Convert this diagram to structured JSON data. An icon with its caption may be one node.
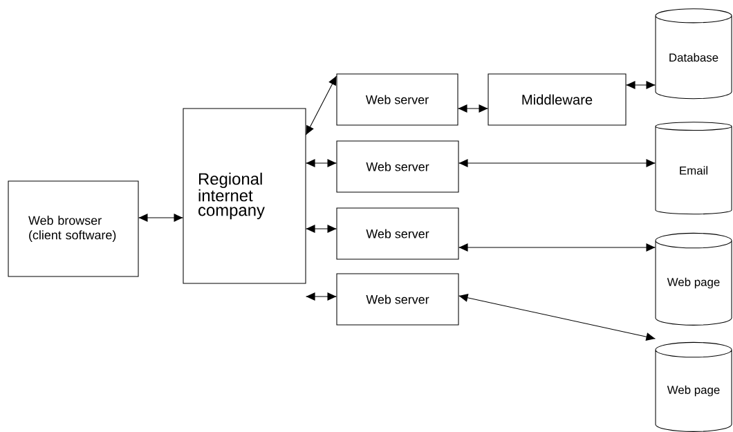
{
  "diagram": {
    "nodes": [
      {
        "text": [
          "Web browser (client software)"
        ]
      },
      {
        "text": [
          "Regional internet company"
        ]
      },
      {
        "text": [
          "Web server"
        ]
      },
      {
        "text": [
          "Middleware"
        ]
      },
      {
        "text": [
          "Database"
        ]
      },
      {
        "text": [
          "Web server"
        ]
      },
      {
        "text": [
          "Email"
        ]
      },
      {
        "text": [
          "Web server"
        ]
      },
      {
        "text": [
          "Web page"
        ]
      },
      {
        "text": [
          "Web server"
        ]
      },
      {
        "text": [
          "Web page"
        ]
      }
    ],
    "edges": [
      {
        "from": 0,
        "to": 1,
        "arrow": "both"
      },
      {
        "from": 1,
        "to": 2,
        "arrow": "both"
      },
      {
        "from": 2,
        "to": 3,
        "arrow": "both"
      },
      {
        "from": 3,
        "to": 4,
        "arrow": "both"
      },
      {
        "from": 1,
        "to": 5,
        "arrow": "both"
      },
      {
        "from": 5,
        "to": 6,
        "arrow": "both"
      },
      {
        "from": 1,
        "to": 7,
        "arrow": "both"
      },
      {
        "from": 7,
        "to": 8,
        "arrow": "both"
      },
      {
        "from": 1,
        "to": 9,
        "arrow": "both"
      },
      {
        "from": 9,
        "to": 10,
        "arrow": "both"
      }
    ]
  }
}
